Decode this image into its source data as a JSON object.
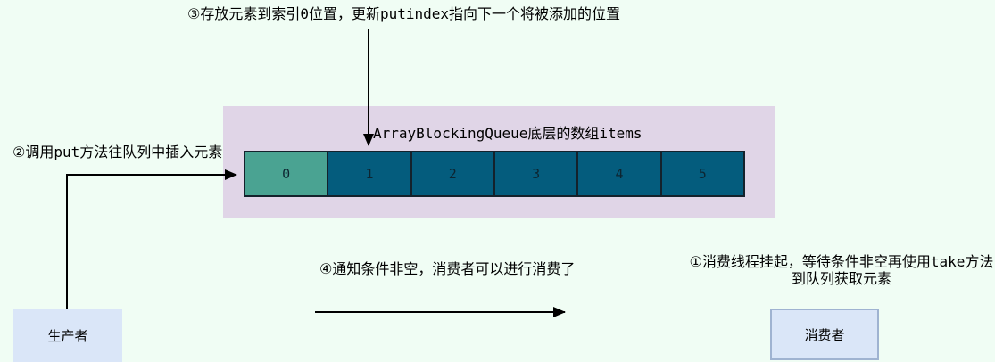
{
  "diagram": {
    "queue": {
      "title": "ArrayBlockingQueue底层的数组items",
      "cells": [
        "0",
        "1",
        "2",
        "3",
        "4",
        "5"
      ],
      "filled_index": 0
    },
    "annotations": {
      "step1_lines": [
        "①消费线程挂起，等待条件非空再使用take方法",
        "到队列获取元素"
      ],
      "step2": "②调用put方法往队列中插入元素",
      "step3": "③存放元素到索引0位置，更新putindex指向下一个将被添加的位置",
      "step4": "④通知条件非空，消费者可以进行消费了"
    },
    "nodes": {
      "producer": "生产者",
      "consumer": "消费者"
    },
    "colors": {
      "background": "#f0fdf4",
      "queue_panel": "#e0d5e7",
      "cell_filled": "#4aa392",
      "cell_empty": "#045c7d",
      "cell_border": "#14222c",
      "cell_text": "#0d2531",
      "node_fill": "#dae6f8",
      "consumer_border": "#9fb3d1",
      "arrow": "#000000",
      "text": "#000000"
    }
  }
}
